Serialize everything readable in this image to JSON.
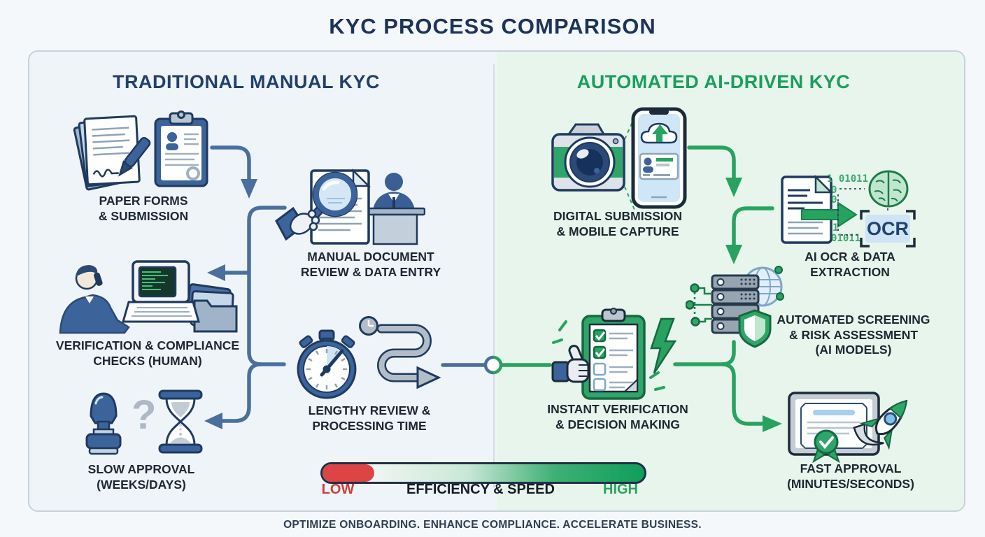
{
  "title": "KYC PROCESS COMPARISON",
  "panel": {
    "left": {
      "heading": "TRADITIONAL MANUAL KYC",
      "steps": [
        {
          "id": "paper-forms",
          "label": "PAPER FORMS\n& SUBMISSION"
        },
        {
          "id": "manual-review",
          "label": "MANUAL DOCUMENT\nREVIEW & DATA ENTRY"
        },
        {
          "id": "verification-human",
          "label": "VERIFICATION & COMPLIANCE\nCHECKS (HUMAN)"
        },
        {
          "id": "lengthy-review",
          "label": "LENGTHY REVIEW &\nPROCESSING TIME"
        },
        {
          "id": "slow-approval",
          "label": "SLOW APPROVAL\n(WEEKS/DAYS)"
        }
      ]
    },
    "right": {
      "heading": "AUTOMATED AI-DRIVEN KYC",
      "steps": [
        {
          "id": "digital-submission",
          "label": "DIGITAL SUBMISSION\n& MOBILE CAPTURE"
        },
        {
          "id": "ai-ocr",
          "label": "AI OCR & DATA\nEXTRACTION"
        },
        {
          "id": "automated-screening",
          "label": "AUTOMATED SCREENING\n& RISK ASSESSMENT\n(AI MODELS)"
        },
        {
          "id": "instant-verification",
          "label": "INSTANT VERIFICATION\n& DECISION MAKING"
        },
        {
          "id": "fast-approval",
          "label": "FAST APPROVAL\n(MINUTES/SECONDS)"
        }
      ]
    }
  },
  "ocr_detail": {
    "badge": "OCR",
    "binary_top": "1 01011",
    "binary_mid_1": "0",
    "binary_mid_2": "0",
    "binary_low_1": "1",
    "binary_bottom": "01011"
  },
  "glyphs": {
    "question_mark": "?"
  },
  "efficiency_bar": {
    "low": "LOW",
    "label": "EFFICIENCY & SPEED",
    "high": "HIGH"
  },
  "footer": "OPTIMIZE ONBOARDING. ENHANCE COMPLIANCE. ACCELERATE BUSINESS.",
  "colors": {
    "navy": "#21406b",
    "green": "#1f9f5e",
    "red": "#dd4545",
    "blue_connector": "#4a6f9d",
    "green_connector": "#27a35f",
    "left_bg": "#eff4f9",
    "right_bg": "#e7f5ec"
  }
}
